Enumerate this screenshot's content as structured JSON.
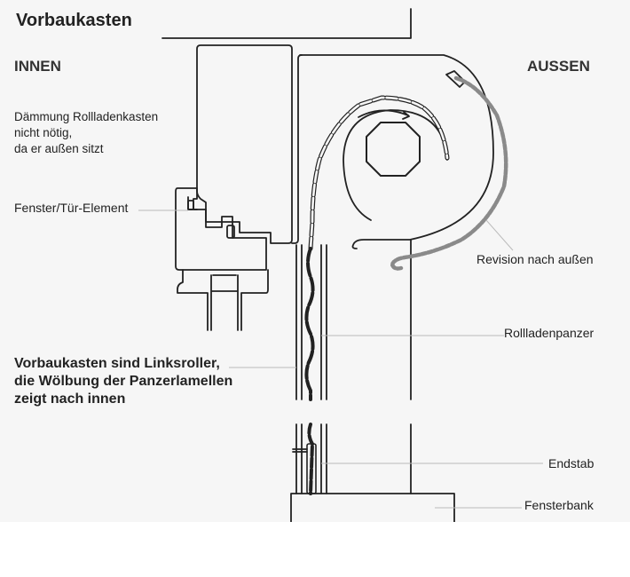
{
  "title": "Vorbaukasten",
  "side_left": "INNEN",
  "side_right": "AUSSEN",
  "labels": {
    "insulation": "Dämmung Rollladenkasten\nnicht nötig,\nda er außen sitzt",
    "window_element": "Fenster/Tür-Element",
    "revision": "Revision nach außen",
    "shutter_curtain": "Rollladenpanzer",
    "left_roller_note": "Vorbaukasten sind Linksroller,\ndie Wölbung der Panzerlamellen\nzeigt nach innen",
    "end_bar": "Endstab",
    "window_sill": "Fensterbank"
  },
  "colors": {
    "background": "#f6f6f6",
    "line": "#222222",
    "leader": "#bbbbbb",
    "revision_chain": "#8a8a8a"
  }
}
